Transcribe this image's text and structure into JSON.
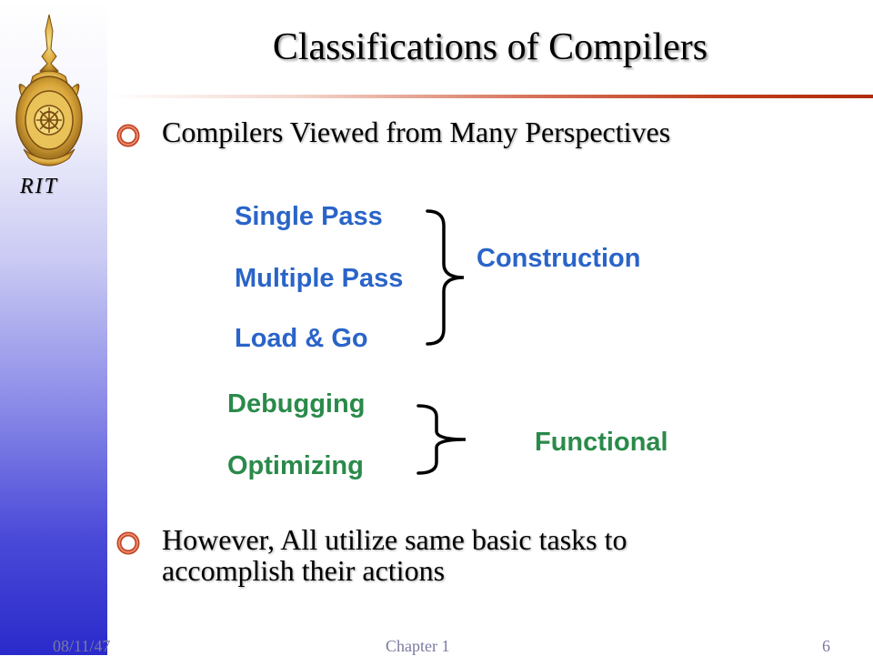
{
  "sidebar": {
    "label": "RIT"
  },
  "slide": {
    "title": "Classifications of Compilers",
    "bullet1": "Compilers Viewed from Many Perspectives",
    "construction": {
      "items": [
        "Single Pass",
        "Multiple Pass",
        "Load & Go"
      ],
      "label": "Construction"
    },
    "functional": {
      "items": [
        "Debugging",
        "Optimizing"
      ],
      "label": "Functional"
    },
    "bullet2": [
      "However, All utilize same basic tasks to",
      "accomplish their actions"
    ]
  },
  "footer": {
    "date": "08/11/47",
    "chapter": "Chapter 1",
    "page": "6"
  },
  "colors": {
    "construction": "#2a64c8",
    "functional": "#2a8a4a",
    "bullet": "#c0401e"
  }
}
